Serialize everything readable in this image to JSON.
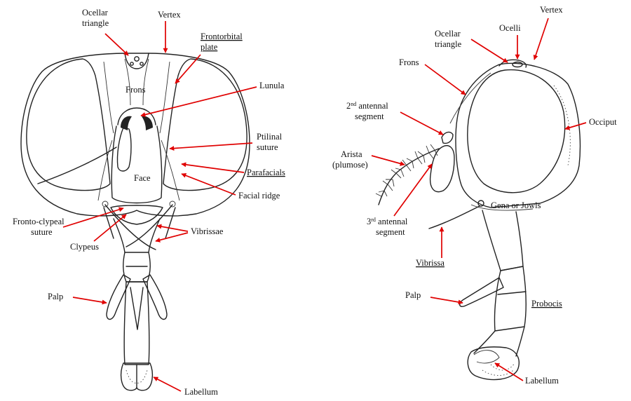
{
  "front_view": {
    "labels": {
      "ocellar_triangle": [
        "Ocellar",
        "triangle"
      ],
      "vertex": "Vertex",
      "frontorbital_plate": [
        "Frontorbital",
        "plate"
      ],
      "frons": "Frons",
      "lunula": "Lunula",
      "ptilinal_suture": [
        "Ptilinal",
        "suture"
      ],
      "face": "Face",
      "parafacials": "Parafacials",
      "facial_ridge": "Facial ridge",
      "fronto_clypeal_suture": [
        "Fronto-clypeal",
        "suture"
      ],
      "clypeus": "Clypeus",
      "vibrissae": "Vibrissae",
      "palp": "Palp",
      "labellum": "Labellum"
    }
  },
  "side_view": {
    "labels": {
      "vertex": "Vertex",
      "ocelli": "Ocelli",
      "ocellar_triangle": [
        "Ocellar",
        "triangle"
      ],
      "frons": "Frons",
      "antennal_segment_2": {
        "num": "2",
        "sup": "nd",
        "rest": " antennal",
        "line2": "segment"
      },
      "occiput": "Occiput",
      "arista": [
        "Arista",
        "(plumose)"
      ],
      "antennal_segment_3": {
        "num": "3",
        "sup": "rd",
        "rest": " antennal",
        "line2": "segment"
      },
      "gena_or_jowls": "Gena or Jowls",
      "vibrissa": "Vibrissa",
      "palp": "Palp",
      "probocis": "Probocis",
      "labellum": "Labellum"
    }
  },
  "colors": {
    "arrow": "#e00000",
    "ink": "#222222",
    "background": "#ffffff",
    "underline": "#cc0000"
  }
}
